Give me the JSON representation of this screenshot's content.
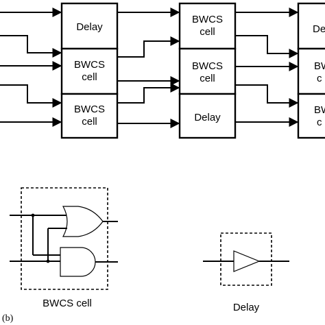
{
  "network": {
    "col1": {
      "delay": "Delay",
      "cell_a": [
        "BWCS",
        "cell"
      ],
      "cell_b": [
        "BWCS",
        "cell"
      ]
    },
    "col2": {
      "cell_a": [
        "BWCS",
        "cell"
      ],
      "cell_b": [
        "BWCS",
        "cell"
      ],
      "delay": "Delay"
    },
    "col3": {
      "top": "De",
      "mid": [
        "BW",
        "c"
      ],
      "bot": [
        "BW",
        "c"
      ]
    }
  },
  "detail": {
    "bwcs_caption": "BWCS cell",
    "delay_caption": "Delay",
    "sub_label": "(b)"
  }
}
